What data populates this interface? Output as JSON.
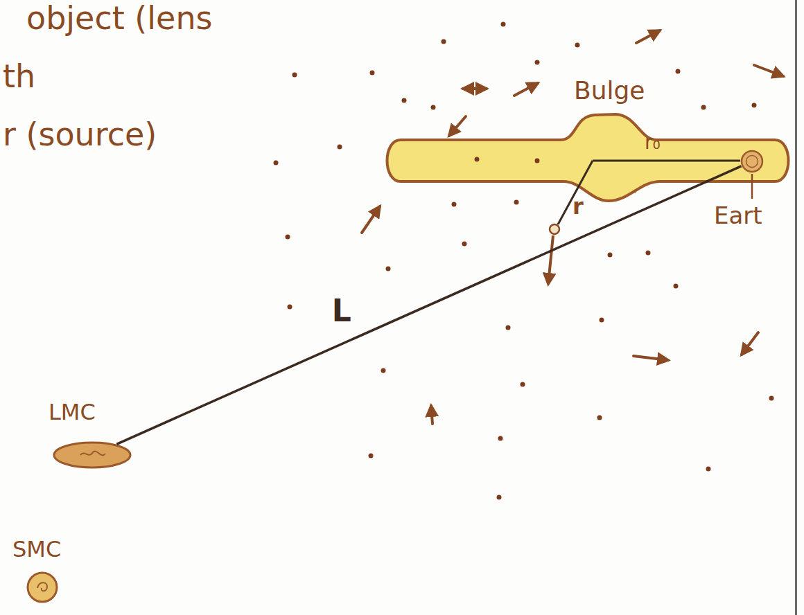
{
  "diagram": {
    "nodes": [
      {
        "text": [
          "Bulge"
        ]
      },
      {
        "text": [
          "Eart"
        ],
        "in": 0
      },
      {
        "text": [
          "LMC"
        ]
      },
      {
        "text": [
          "SMC"
        ]
      }
    ],
    "edges": [
      {
        "from": 1,
        "to": 2,
        "arrow": "none",
        "label": "L"
      }
    ],
    "labels": [
      "object (lens",
      "th",
      "r (source)",
      "r₀",
      "r"
    ]
  }
}
